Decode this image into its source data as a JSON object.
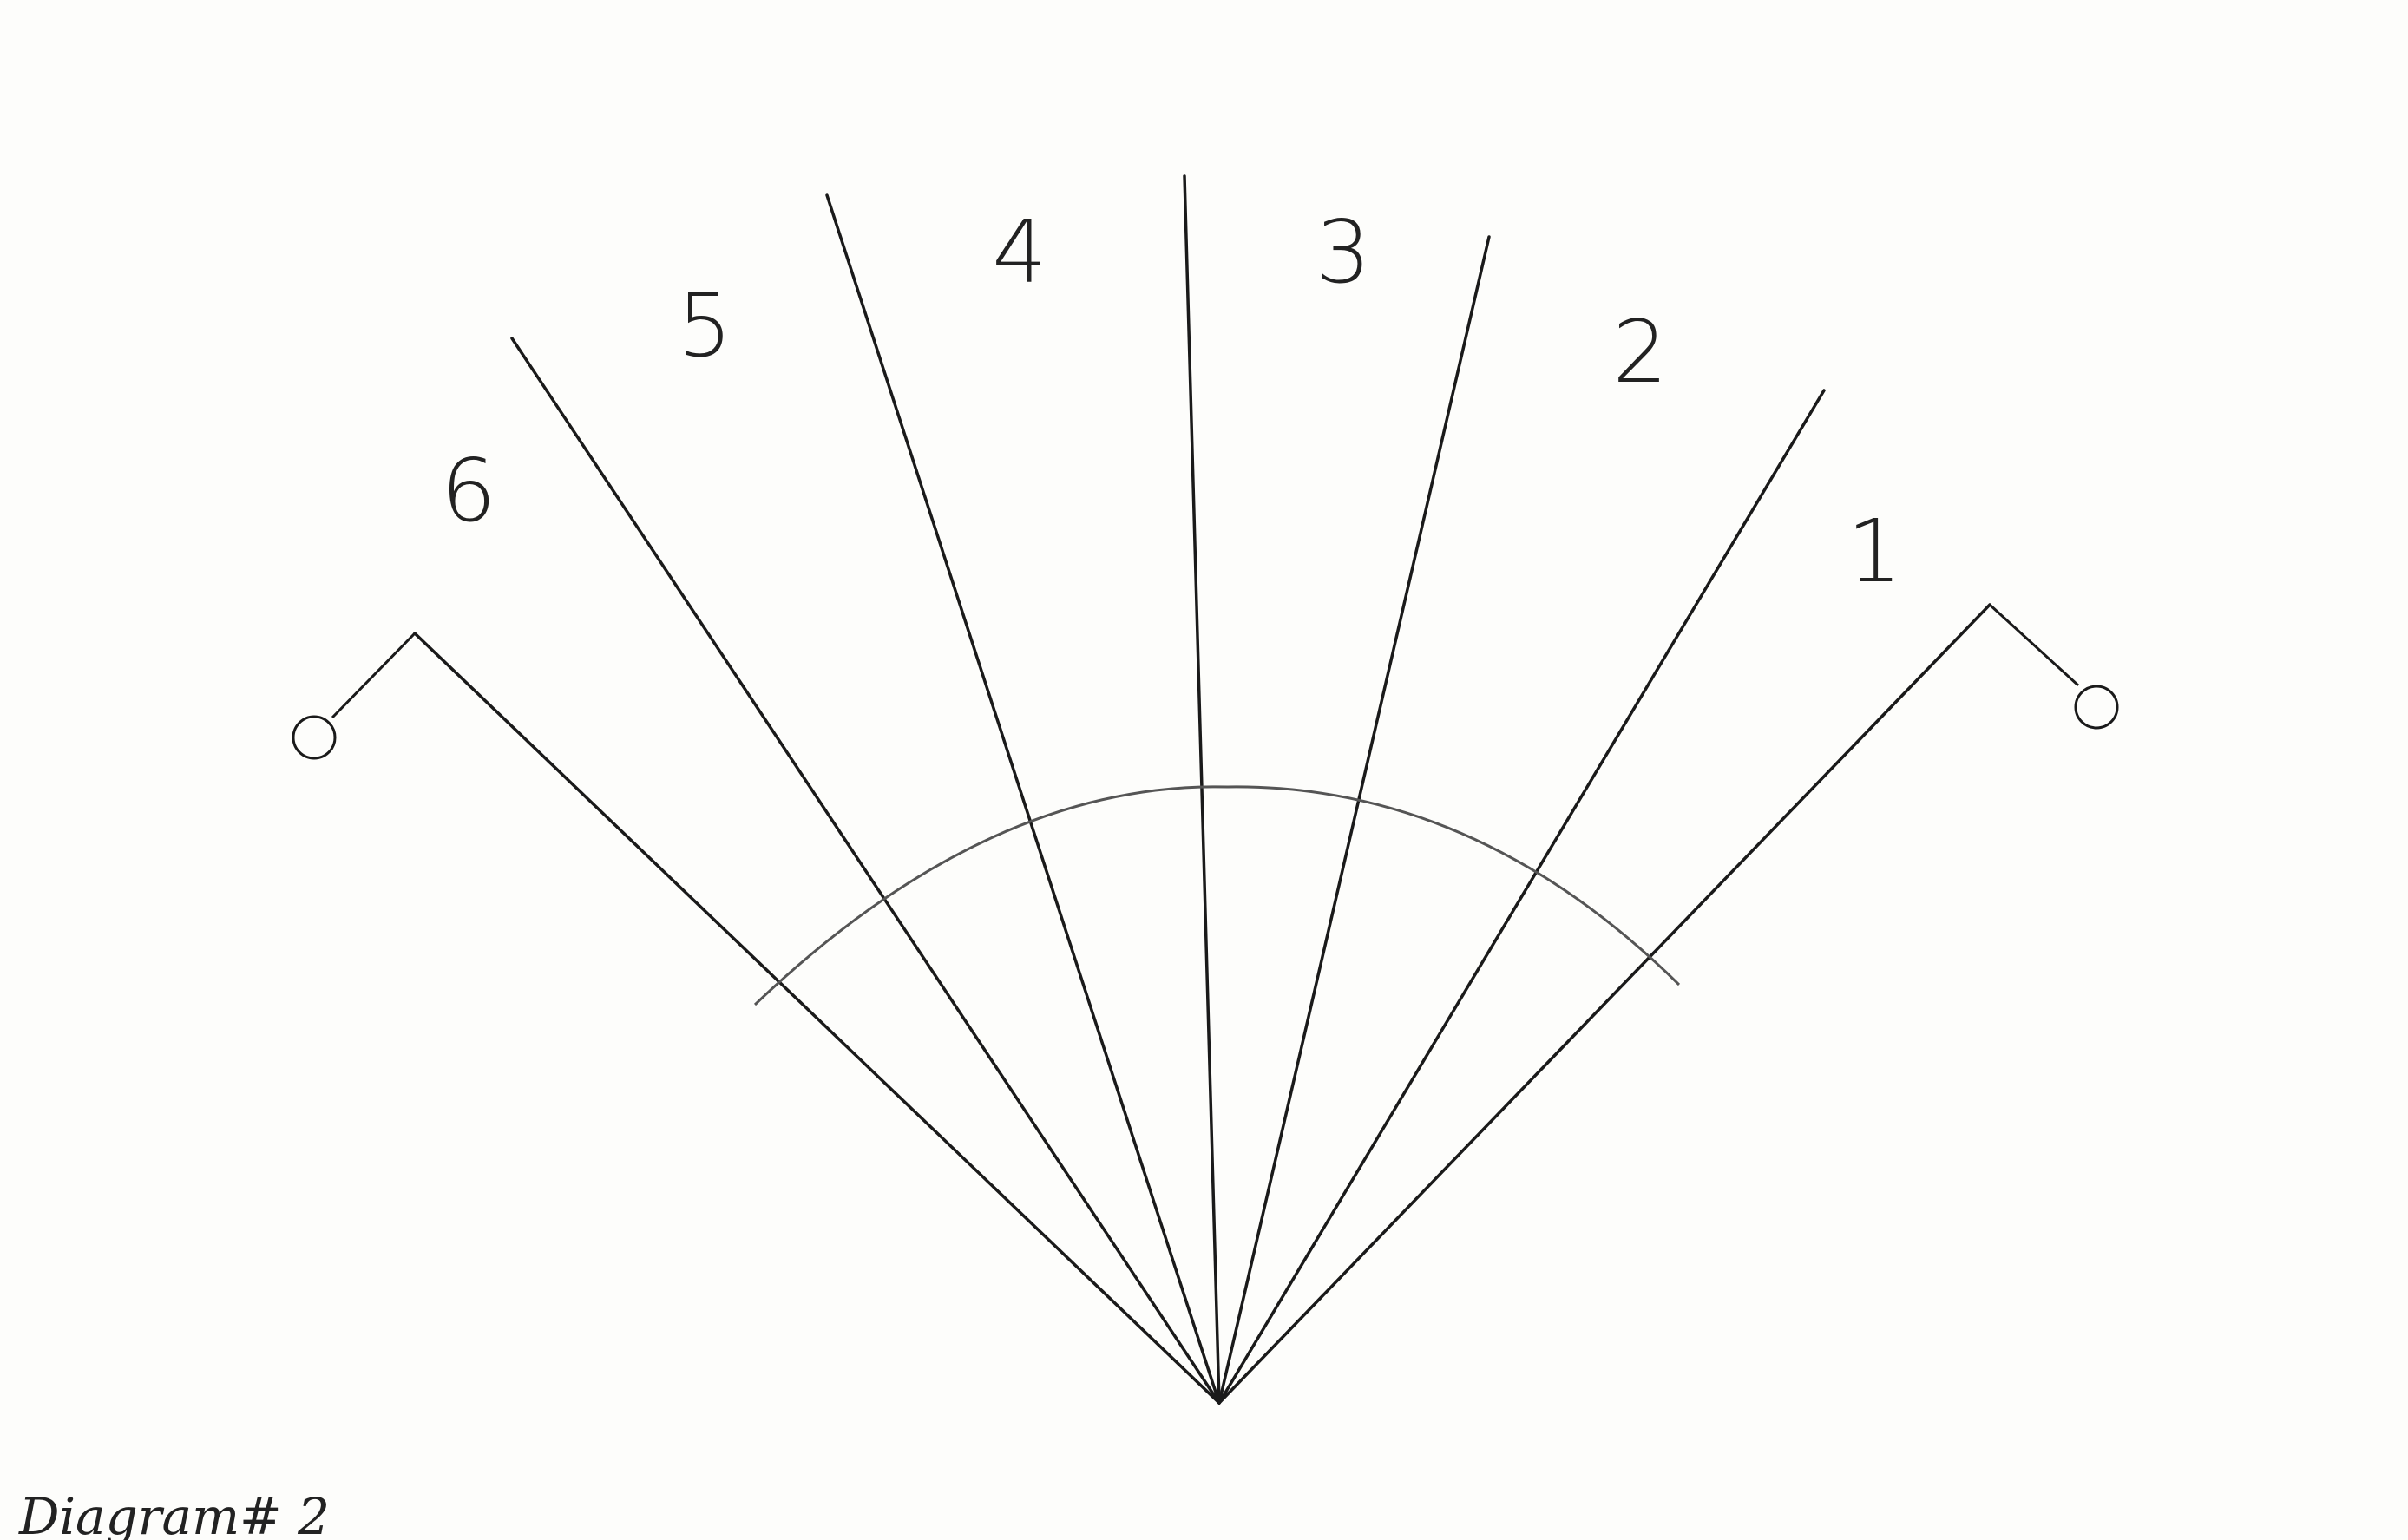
{
  "diagram": {
    "caption": "Diagram# 2",
    "segments": [
      {
        "label": "1"
      },
      {
        "label": "2"
      },
      {
        "label": "3"
      },
      {
        "label": "4"
      },
      {
        "label": "5"
      },
      {
        "label": "6"
      }
    ],
    "colors": {
      "line": "#1a1a1a",
      "arc": "#555555",
      "background": "#fdfdfb"
    }
  }
}
